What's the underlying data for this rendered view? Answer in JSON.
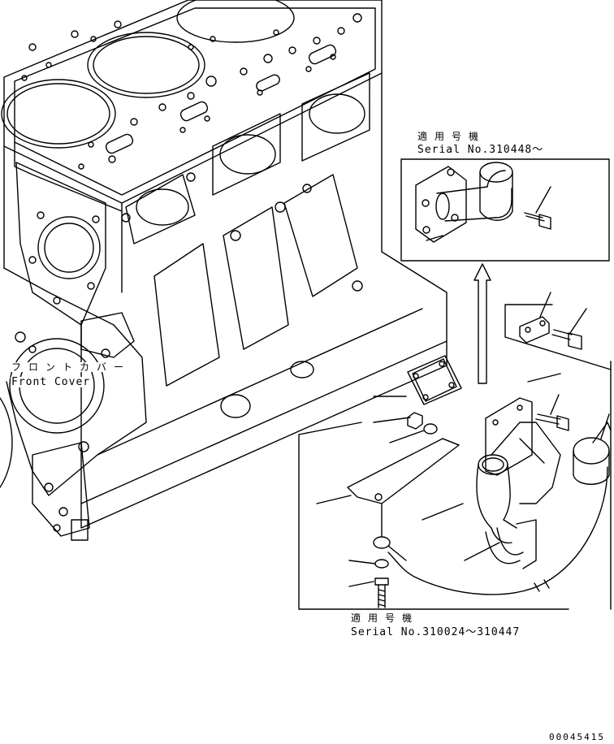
{
  "labels": {
    "upper_applicable": "適用号機",
    "upper_serial": "Serial No.310448～",
    "lower_applicable": "適用号機",
    "lower_serial": "Serial No.310024～310447",
    "front_cover_jp": "フロントカバー",
    "front_cover_en": "Front Cover",
    "drawing_number": "00045415"
  }
}
